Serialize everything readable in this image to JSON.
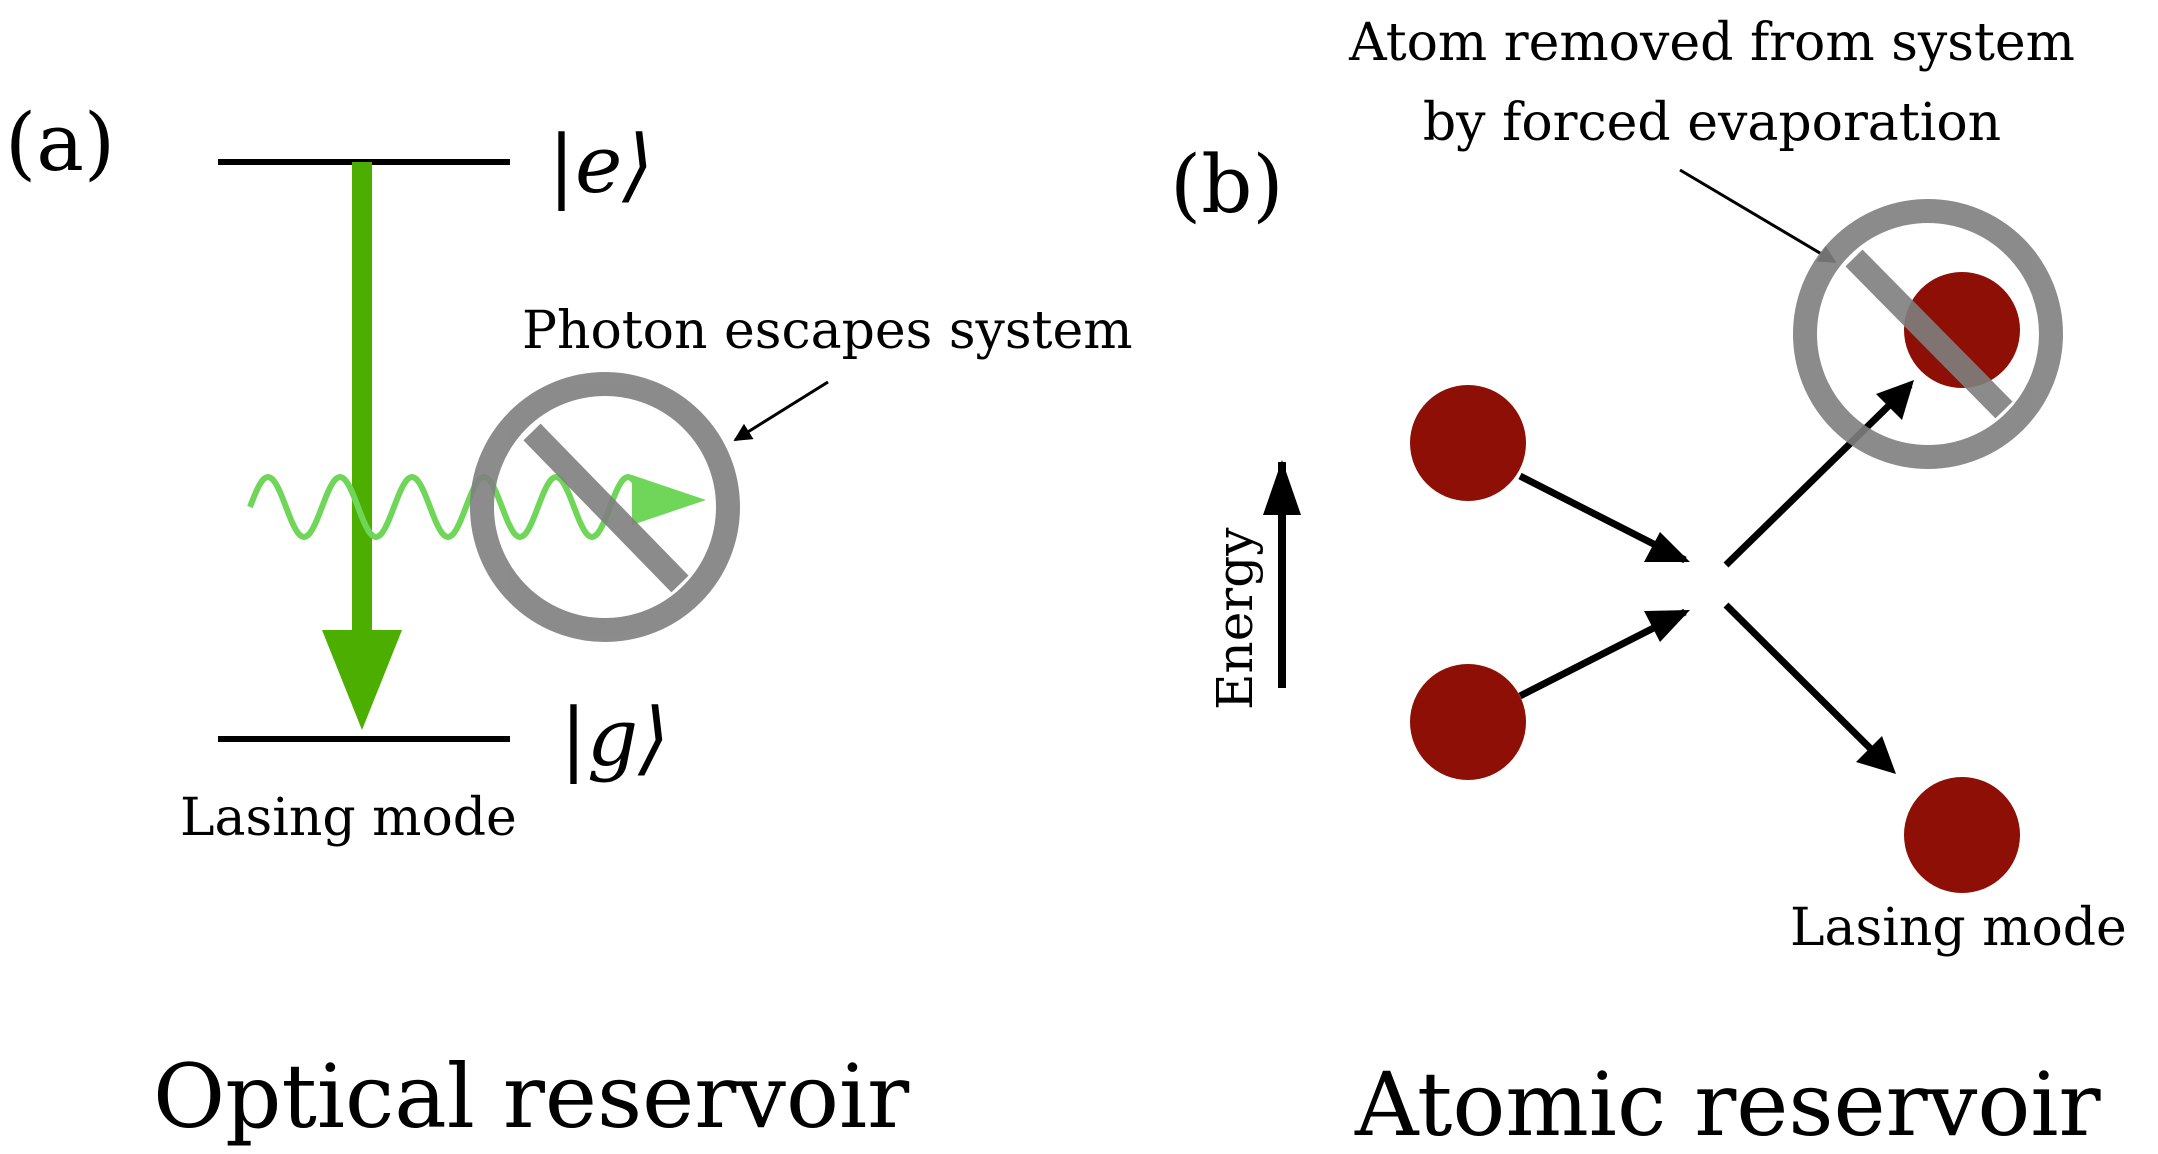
{
  "panel_a": {
    "label": "(a)",
    "caption": "Optical reservoir",
    "excited_state": "|e⟩",
    "ground_state": "|g⟩",
    "lasing_mode_label": "Lasing mode",
    "photon_annotation": "Photon escapes system",
    "colors": {
      "transition_arrow": "#4caf00",
      "photon_wave": "#6fd65a",
      "prohibition_sign": "#7f7f7f",
      "energy_level": "#000000"
    }
  },
  "panel_b": {
    "label": "(b)",
    "caption": "Atomic reservoir",
    "energy_axis_label": "Energy",
    "lasing_mode_label": "Lasing mode",
    "atom_annotation_line1": "Atom removed from system",
    "atom_annotation_line2": "by forced evaporation",
    "colors": {
      "atom": "#8e0f06",
      "prohibition_sign": "#7f7f7f",
      "arrow": "#000000"
    }
  }
}
